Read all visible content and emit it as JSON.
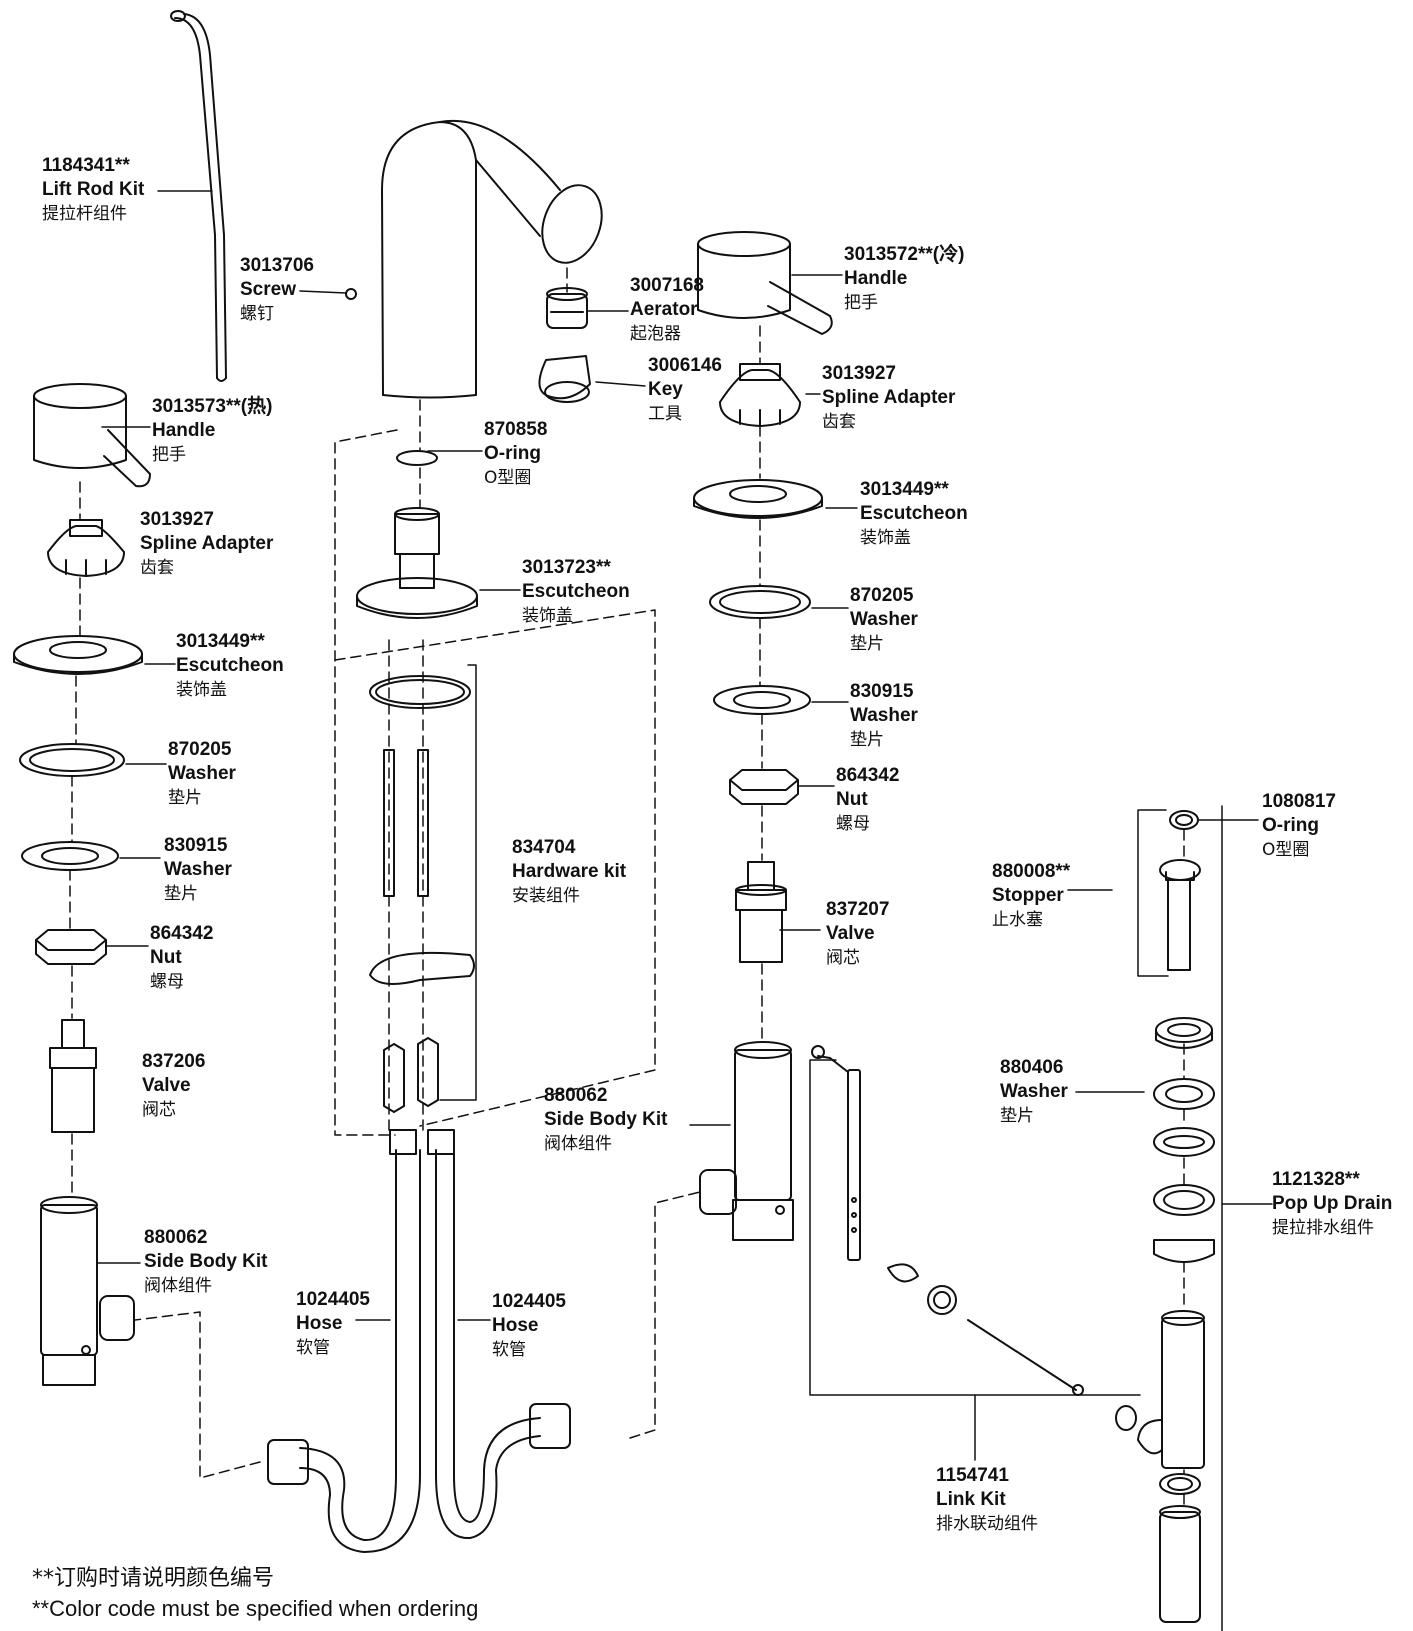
{
  "labels": {
    "lift_rod": {
      "pn": "1184341**",
      "name": "Lift Rod Kit",
      "zh": "提拉杆组件"
    },
    "screw": {
      "pn": "3013706",
      "name": "Screw",
      "zh": "螺钉"
    },
    "aerator": {
      "pn": "3007168",
      "name": "Aerator",
      "zh": "起泡器"
    },
    "key": {
      "pn": "3006146",
      "name": "Key",
      "zh": "工具"
    },
    "handle_cold": {
      "pn": "3013572**(冷)",
      "name": "Handle",
      "zh": "把手"
    },
    "handle_hot": {
      "pn": "3013573**(热)",
      "name": "Handle",
      "zh": "把手"
    },
    "oring_top": {
      "pn": "870858",
      "name": "O-ring",
      "zh": "O型圈"
    },
    "spline_right": {
      "pn": "3013927",
      "name": "Spline Adapter",
      "zh": "齿套"
    },
    "spline_left": {
      "pn": "3013927",
      "name": "Spline Adapter",
      "zh": "齿套"
    },
    "esc_right": {
      "pn": "3013449**",
      "name": "Escutcheon",
      "zh": "装饰盖"
    },
    "esc_center": {
      "pn": "3013723**",
      "name": "Escutcheon",
      "zh": "装饰盖"
    },
    "esc_left": {
      "pn": "3013449**",
      "name": "Escutcheon",
      "zh": "装饰盖"
    },
    "washer1_right": {
      "pn": "870205",
      "name": "Washer",
      "zh": "垫片"
    },
    "washer1_left": {
      "pn": "870205",
      "name": "Washer",
      "zh": "垫片"
    },
    "washer2_right": {
      "pn": "830915",
      "name": "Washer",
      "zh": "垫片"
    },
    "washer2_left": {
      "pn": "830915",
      "name": "Washer",
      "zh": "垫片"
    },
    "nut_right": {
      "pn": "864342",
      "name": "Nut",
      "zh": "螺母"
    },
    "nut_left": {
      "pn": "864342",
      "name": "Nut",
      "zh": "螺母"
    },
    "hardware": {
      "pn": "834704",
      "name": "Hardware kit",
      "zh": "安装组件"
    },
    "oring_drain": {
      "pn": "1080817",
      "name": "O-ring",
      "zh": "O型圈"
    },
    "stopper": {
      "pn": "880008**",
      "name": "Stopper",
      "zh": "止水塞"
    },
    "valve_right": {
      "pn": "837207",
      "name": "Valve",
      "zh": "阀芯"
    },
    "valve_left": {
      "pn": "837206",
      "name": "Valve",
      "zh": "阀芯"
    },
    "washer_drain": {
      "pn": "880406",
      "name": "Washer",
      "zh": "垫片"
    },
    "sidebody_center": {
      "pn": "880062",
      "name": "Side Body Kit",
      "zh": "阀体组件"
    },
    "sidebody_left": {
      "pn": "880062",
      "name": "Side Body Kit",
      "zh": "阀体组件"
    },
    "popup": {
      "pn": "1121328**",
      "name": "Pop Up Drain",
      "zh": "提拉排水组件"
    },
    "hose_left": {
      "pn": "1024405",
      "name": "Hose",
      "zh": "软管"
    },
    "hose_right": {
      "pn": "1024405",
      "name": "Hose",
      "zh": "软管"
    },
    "link_kit": {
      "pn": "1154741",
      "name": "Link Kit",
      "zh": "排水联动组件"
    }
  },
  "footnote": {
    "zh": "**订购时请说明颜色编号",
    "en": "**Color code must be specified when ordering"
  }
}
